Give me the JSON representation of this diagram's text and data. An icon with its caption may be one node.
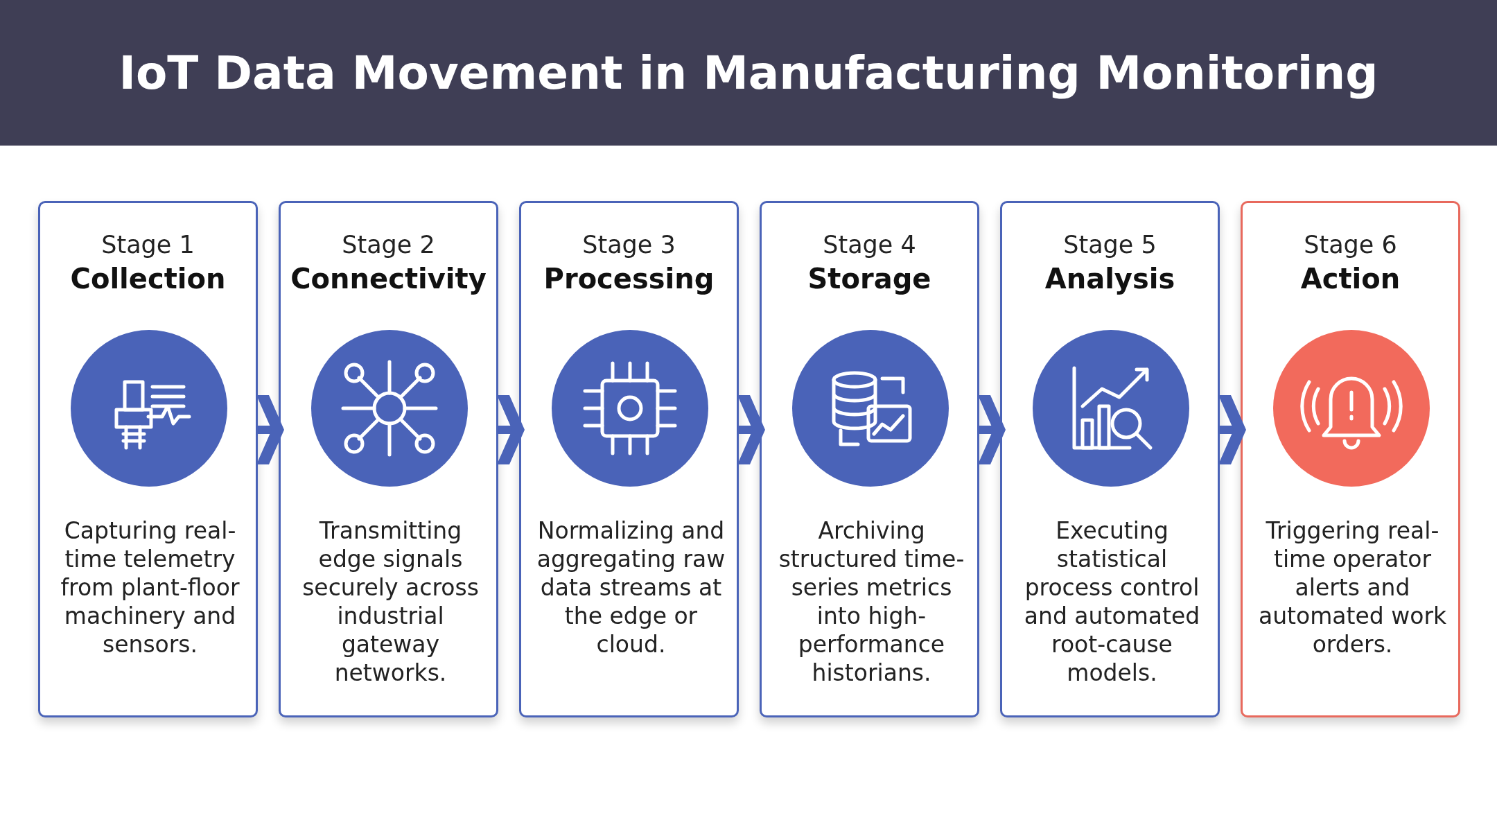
{
  "diagram": {
    "title": "IoT Data Movement in Manufacturing Monitoring",
    "nodes": [
      {
        "text": [
          "Stage 1",
          "Collection",
          "Capturing real-time telemetry from plant-floor machinery and sensors."
        ]
      },
      {
        "text": [
          "Stage 2",
          "Connectivity",
          "Transmitting edge signals securely across industrial gateway networks."
        ]
      },
      {
        "text": [
          "Stage 3",
          "Processing",
          "Normalizing and aggregating raw data streams at the edge or cloud."
        ]
      },
      {
        "text": [
          "Stage 4",
          "Storage",
          "Archiving structured time-series metrics into high-performance historians."
        ]
      },
      {
        "text": [
          "Stage 5",
          "Analysis",
          "Executing statistical process control and automated root-cause models."
        ]
      },
      {
        "text": [
          "Stage 6",
          "Action",
          "Triggering real-time operator alerts and automated work orders."
        ]
      }
    ],
    "edges": [
      {
        "from": 0,
        "to": 1,
        "arrow": "to"
      },
      {
        "from": 1,
        "to": 2,
        "arrow": "to"
      },
      {
        "from": 2,
        "to": 3,
        "arrow": "to"
      },
      {
        "from": 3,
        "to": 4,
        "arrow": "to"
      },
      {
        "from": 4,
        "to": 5,
        "arrow": "to"
      }
    ]
  }
}
